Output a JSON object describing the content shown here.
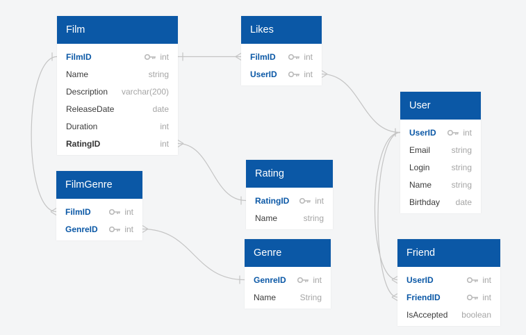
{
  "tables": [
    {
      "id": "film",
      "name": "Film",
      "columns": [
        {
          "name": "FilmID",
          "type": "int",
          "key": true
        },
        {
          "name": "Name",
          "type": "string",
          "key": false
        },
        {
          "name": "Description",
          "type": "varchar(200)",
          "key": false
        },
        {
          "name": "ReleaseDate",
          "type": "date",
          "key": false
        },
        {
          "name": "Duration",
          "type": "int",
          "key": false
        },
        {
          "name": "RatingID",
          "type": "int",
          "key": false,
          "bold": true
        }
      ]
    },
    {
      "id": "likes",
      "name": "Likes",
      "columns": [
        {
          "name": "FilmID",
          "type": "int",
          "key": true
        },
        {
          "name": "UserID",
          "type": "int",
          "key": true
        }
      ]
    },
    {
      "id": "user",
      "name": "User",
      "columns": [
        {
          "name": "UserID",
          "type": "int",
          "key": true
        },
        {
          "name": "Email",
          "type": "string",
          "key": false
        },
        {
          "name": "Login",
          "type": "string",
          "key": false
        },
        {
          "name": "Name",
          "type": "string",
          "key": false
        },
        {
          "name": "Birthday",
          "type": "date",
          "key": false
        }
      ]
    },
    {
      "id": "rating",
      "name": "Rating",
      "columns": [
        {
          "name": "RatingID",
          "type": "int",
          "key": true
        },
        {
          "name": "Name",
          "type": "string",
          "key": false
        }
      ]
    },
    {
      "id": "filmgenre",
      "name": "FilmGenre",
      "columns": [
        {
          "name": "FilmID",
          "type": "int",
          "key": true
        },
        {
          "name": "GenreID",
          "type": "int",
          "key": true
        }
      ]
    },
    {
      "id": "genre",
      "name": "Genre",
      "columns": [
        {
          "name": "GenreID",
          "type": "int",
          "key": true
        },
        {
          "name": "Name",
          "type": "String",
          "key": false
        }
      ]
    },
    {
      "id": "friend",
      "name": "Friend",
      "columns": [
        {
          "name": "UserID",
          "type": "int",
          "key": true
        },
        {
          "name": "FriendID",
          "type": "int",
          "key": true
        },
        {
          "name": "IsAccepted",
          "type": "boolean",
          "key": false
        }
      ]
    }
  ],
  "relationships": [
    {
      "from": "film.FilmID",
      "to": "likes.FilmID",
      "cardinality": "one-to-many"
    },
    {
      "from": "film.FilmID",
      "to": "filmgenre.FilmID",
      "cardinality": "one-to-many"
    },
    {
      "from": "rating.RatingID",
      "to": "film.RatingID",
      "cardinality": "one-to-many"
    },
    {
      "from": "genre.GenreID",
      "to": "filmgenre.GenreID",
      "cardinality": "one-to-many"
    },
    {
      "from": "user.UserID",
      "to": "likes.UserID",
      "cardinality": "one-to-many"
    },
    {
      "from": "user.UserID",
      "to": "friend.UserID",
      "cardinality": "one-to-many"
    },
    {
      "from": "user.UserID",
      "to": "friend.FriendID",
      "cardinality": "one-to-many"
    }
  ],
  "colors": {
    "header": "#0b58a6",
    "key_text": "#0b58a6",
    "connector": "#c4c4c4",
    "background": "#f4f5f6"
  }
}
